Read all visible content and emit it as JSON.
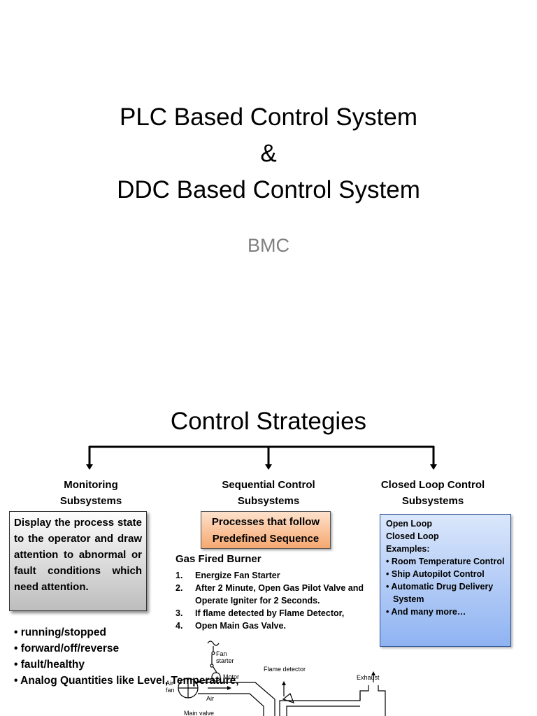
{
  "slide1": {
    "title_lines": [
      "PLC Based Control System",
      "&",
      "DDC Based Control System"
    ],
    "subtitle": "BMC"
  },
  "slide2": {
    "title": "Control Strategies",
    "columns": [
      {
        "heading_lines": [
          "Monitoring",
          "Subsystems"
        ]
      },
      {
        "heading_lines": [
          "Sequential Control",
          "Subsystems"
        ]
      },
      {
        "heading_lines": [
          "Closed Loop Control",
          "Subsystems"
        ]
      }
    ],
    "monitoring_box": "Display the process state to the operator and draw attention to abnormal or fault conditions which need attention.",
    "monitoring_list": [
      "running/stopped",
      "forward/off/reverse",
      "fault/healthy",
      "Analog Quantities like Level, Temperature,"
    ],
    "sequential_box_lines": [
      "Processes that follow",
      "Predefined Sequence"
    ],
    "burner_title": "Gas Fired Burner",
    "burner_steps": [
      {
        "num": "1.",
        "text": "Energize  Fan Starter"
      },
      {
        "num": "2.",
        "text": "After 2 Minute, Open Gas Pilot Valve and Operate Igniter for 2 Seconds."
      },
      {
        "num": "3.",
        "text": "If flame detected by Flame Detector,"
      },
      {
        "num": "4.",
        "text": "Open Main Gas Valve."
      }
    ],
    "closed_loop_box": {
      "lines": [
        "Open Loop",
        "Closed Loop",
        "Examples:"
      ],
      "bullets": [
        "Room Temperature Control",
        "Ship Autopilot Control",
        "Automatic Drug Delivery System",
        "And many more…"
      ]
    },
    "diagram_labels": {
      "fan_starter_1": "Fan",
      "fan_starter_2": "starter",
      "motor": "Motor",
      "air_fan_1": "Air",
      "air_fan_2": "fan",
      "air": "Air",
      "main_valve": "Main valve",
      "flame_detector": "Flame detector",
      "exhaust": "Exhaust"
    }
  }
}
